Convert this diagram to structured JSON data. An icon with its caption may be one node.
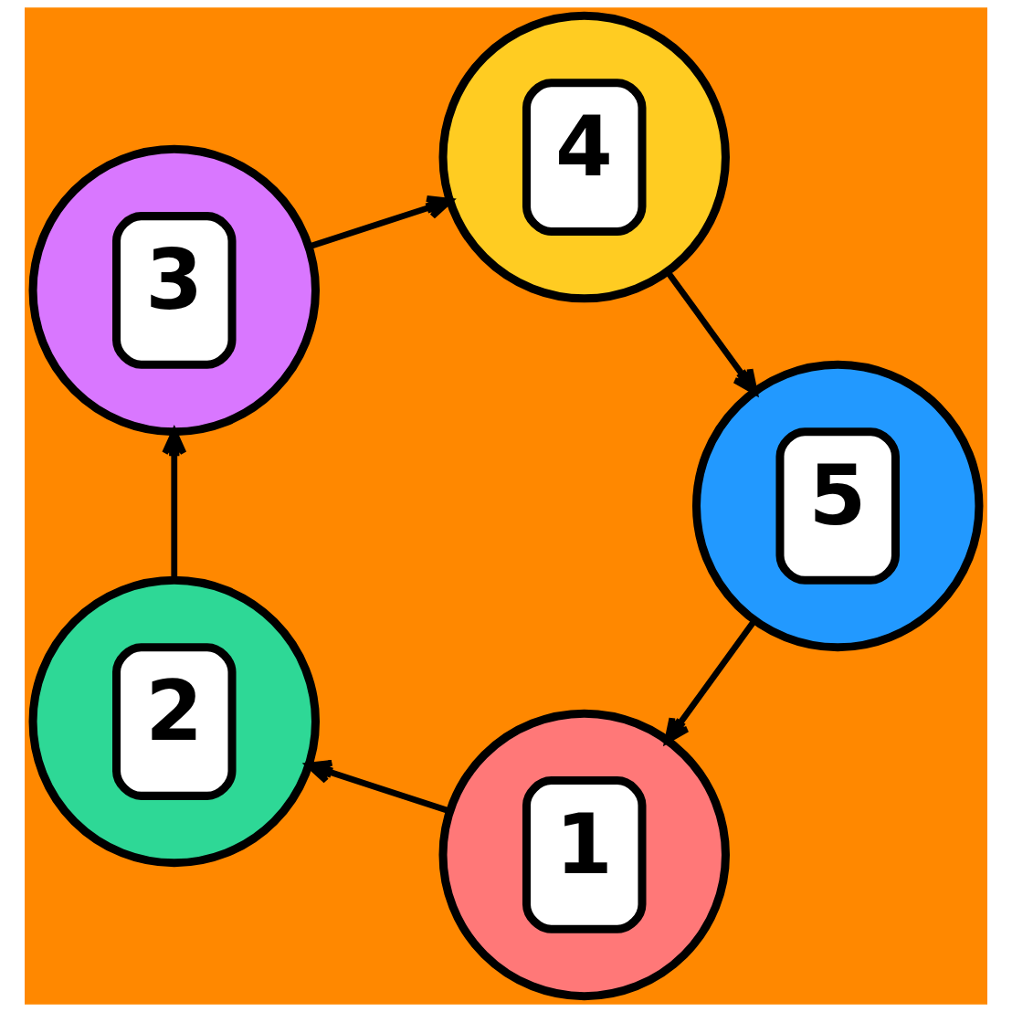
{
  "diagram": {
    "nodes": [
      {
        "text": [
          "1"
        ]
      },
      {
        "text": [
          "2"
        ]
      },
      {
        "text": [
          "3"
        ]
      },
      {
        "text": [
          "4"
        ]
      },
      {
        "text": [
          "5"
        ]
      }
    ],
    "edges": [
      {
        "from": 0,
        "to": 1,
        "arrow": "to"
      },
      {
        "from": 1,
        "to": 2,
        "arrow": "to"
      },
      {
        "from": 2,
        "to": 3,
        "arrow": "to"
      },
      {
        "from": 3,
        "to": 4,
        "arrow": "to"
      },
      {
        "from": 4,
        "to": 0,
        "arrow": "to"
      }
    ]
  }
}
